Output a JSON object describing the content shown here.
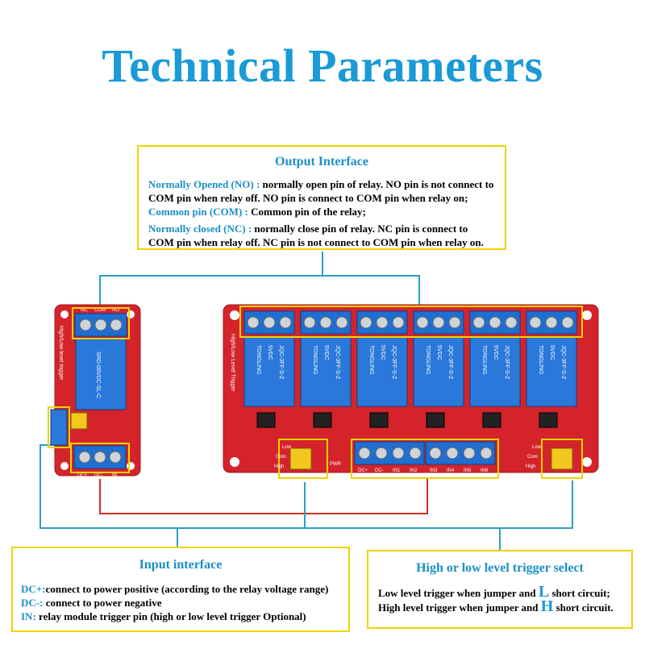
{
  "title": "Technical Parameters",
  "output_interface": {
    "title": "Output Interface",
    "no_label": "Normally Opened (NO) :",
    "no_text": " normally open pin of relay.  NO pin is not connect to COM pin when relay off. NO pin is connect to COM pin when relay on;",
    "com_label": "Common pin (COM) :",
    "com_text": " Common pin of the relay;",
    "nc_label": "Normally closed (NC) :",
    "nc_text": " normally close pin of relay. NC pin is connect to COM pin when relay off. NC pin is not connect to COM pin when relay on."
  },
  "input_interface": {
    "title": "Input interface",
    "dcp_label": "DC+:",
    "dcp_text": "connect to power positive (according to the relay voltage range)",
    "dcm_label": "DC-:",
    "dcm_text": " connect to power negative",
    "in_label": "IN:",
    "in_text": " relay module trigger pin (high or low level trigger Optional)"
  },
  "trigger_select": {
    "title": "High or low level trigger select",
    "low_pre": "Low level trigger when jumper and ",
    "low_letter": "L",
    "low_post": " short circuit;",
    "high_pre": "High level trigger when jumper and ",
    "high_letter": "H",
    "high_post": " short circuit."
  },
  "board_labels": {
    "single_top": [
      "NC",
      "COM",
      "NO"
    ],
    "single_bottom": [
      "DC+",
      "DC-",
      "IN"
    ],
    "single_side": "High/Low level trigger",
    "eight_side": "High/Low Level Trigger",
    "relay_brand": "TONGLING",
    "relay_volt": "5VDC",
    "relay_model": "JQC-3FF-S-Z",
    "single_relay_model": "SRD-05VDC-SL-C",
    "bottom_pins_a": [
      "DC+",
      "DC-",
      "IN1",
      "IN2"
    ],
    "bottom_pins_b": [
      "IN3",
      "IN4",
      "IN5",
      "IN6"
    ],
    "jumper_labels": [
      "Low",
      "Com",
      "High"
    ],
    "pwr": "PWR"
  },
  "colors": {
    "accent_blue": "#1a9ad6",
    "box_border": "#f0d300",
    "board_red": "#d4232b",
    "terminal_blue": "#1f6fd1",
    "wire_blue": "#2aa0c8",
    "wire_red": "#c8321e"
  }
}
